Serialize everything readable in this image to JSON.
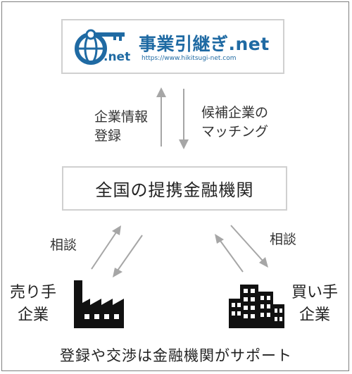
{
  "logo": {
    "brand_text": "事業引継ぎ.net",
    "mark_text": ".net",
    "url": "https://www.hikitsugi-net.com",
    "color": "#1f6aa3",
    "icon": "key-globe-logo-icon"
  },
  "labels": {
    "register_company_info_line1": "企業情報",
    "register_company_info_line2": "登録",
    "matching_line1": "候補企業の",
    "matching_line2": "マッチング",
    "banks": "全国の提携金融機関",
    "consult_left": "相談",
    "consult_right": "相談",
    "seller_line1": "売り手",
    "seller_line2": "企業",
    "buyer_line1": "買い手",
    "buyer_line2": "企業"
  },
  "footer": "登録や交渉は金融機関がサポート",
  "icons": {
    "seller": "factory-icon",
    "buyer": "office-buildings-icon"
  },
  "colors": {
    "arrow": "#a6a6a6",
    "box_border": "#d0d0d0",
    "frame_border": "#7f7f7f"
  }
}
